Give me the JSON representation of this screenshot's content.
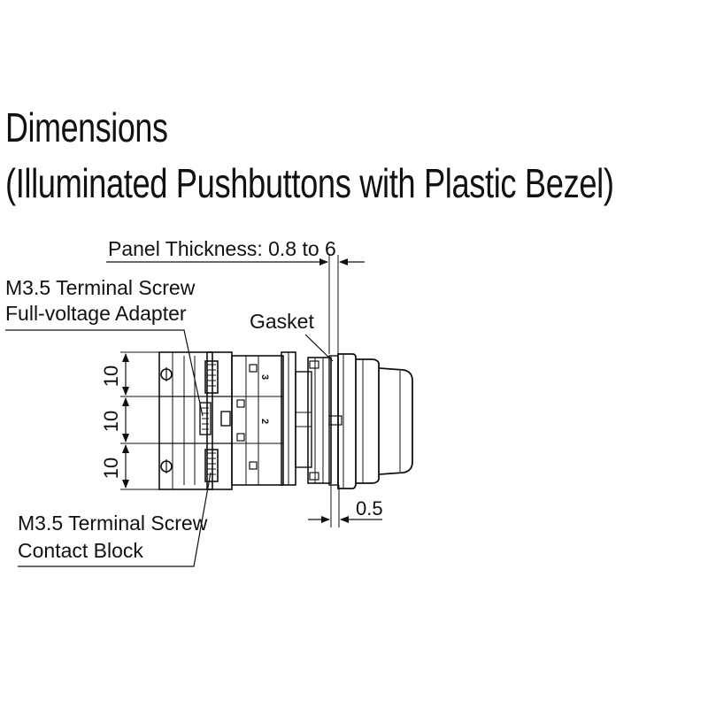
{
  "title": {
    "line1": "Dimensions",
    "line2": "(Illuminated Pushbuttons with Plastic Bezel)"
  },
  "labels": {
    "panel_thickness": "Panel Thickness: 0.8 to 6",
    "adapter_line1": "M3.5 Terminal Screw",
    "adapter_line2": "Full-voltage Adapter",
    "gasket": "Gasket",
    "contact_line1": "M3.5 Terminal Screw",
    "contact_line2": "Contact Block",
    "dim_bezel": "0.5",
    "dim_top": "10",
    "dim_middle": "10",
    "dim_bottom": "10",
    "terminal_3": "3",
    "terminal_2": "2"
  }
}
